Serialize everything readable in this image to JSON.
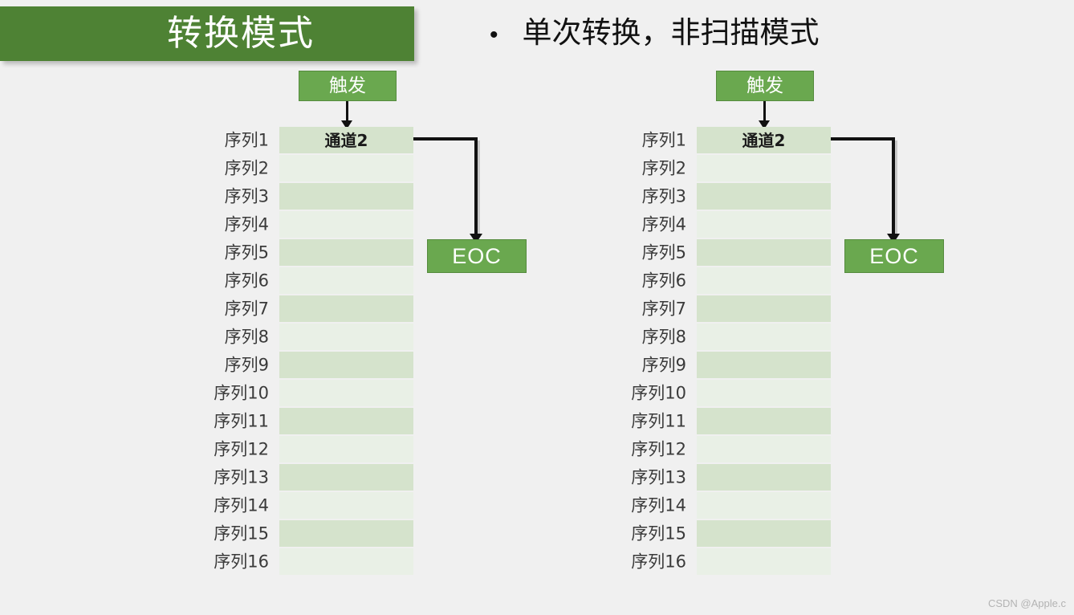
{
  "slide": {
    "background_color": "#f0f0f0",
    "title": "转换模式",
    "title_color": "#4e8234",
    "bullet": {
      "marker": "•",
      "text": "单次转换，非扫描模式"
    },
    "watermark": "CSDN @Apple.c"
  },
  "palette": {
    "title_green": "#4e8234",
    "box_green": "#6aa84f",
    "row_dark": "#d5e3cc",
    "row_light": "#e9f0e6",
    "connector_black": "#111111"
  },
  "diagrams": [
    {
      "id": "left",
      "trigger_label": "触发",
      "eoc_label": "EOC",
      "channel_label": "通道2",
      "rows": [
        {
          "label": "序列1",
          "value": "通道2",
          "shade": "dark"
        },
        {
          "label": "序列2",
          "value": "",
          "shade": "light"
        },
        {
          "label": "序列3",
          "value": "",
          "shade": "dark"
        },
        {
          "label": "序列4",
          "value": "",
          "shade": "light"
        },
        {
          "label": "序列5",
          "value": "",
          "shade": "dark"
        },
        {
          "label": "序列6",
          "value": "",
          "shade": "light"
        },
        {
          "label": "序列7",
          "value": "",
          "shade": "dark"
        },
        {
          "label": "序列8",
          "value": "",
          "shade": "light"
        },
        {
          "label": "序列9",
          "value": "",
          "shade": "dark"
        },
        {
          "label": "序列10",
          "value": "",
          "shade": "light"
        },
        {
          "label": "序列11",
          "value": "",
          "shade": "dark"
        },
        {
          "label": "序列12",
          "value": "",
          "shade": "light"
        },
        {
          "label": "序列13",
          "value": "",
          "shade": "dark"
        },
        {
          "label": "序列14",
          "value": "",
          "shade": "light"
        },
        {
          "label": "序列15",
          "value": "",
          "shade": "dark"
        },
        {
          "label": "序列16",
          "value": "",
          "shade": "light"
        }
      ]
    },
    {
      "id": "right",
      "trigger_label": "触发",
      "eoc_label": "EOC",
      "channel_label": "通道2",
      "rows": [
        {
          "label": "序列1",
          "value": "通道2",
          "shade": "dark"
        },
        {
          "label": "序列2",
          "value": "",
          "shade": "light"
        },
        {
          "label": "序列3",
          "value": "",
          "shade": "dark"
        },
        {
          "label": "序列4",
          "value": "",
          "shade": "light"
        },
        {
          "label": "序列5",
          "value": "",
          "shade": "dark"
        },
        {
          "label": "序列6",
          "value": "",
          "shade": "light"
        },
        {
          "label": "序列7",
          "value": "",
          "shade": "dark"
        },
        {
          "label": "序列8",
          "value": "",
          "shade": "light"
        },
        {
          "label": "序列9",
          "value": "",
          "shade": "dark"
        },
        {
          "label": "序列10",
          "value": "",
          "shade": "light"
        },
        {
          "label": "序列11",
          "value": "",
          "shade": "dark"
        },
        {
          "label": "序列12",
          "value": "",
          "shade": "light"
        },
        {
          "label": "序列13",
          "value": "",
          "shade": "dark"
        },
        {
          "label": "序列14",
          "value": "",
          "shade": "light"
        },
        {
          "label": "序列15",
          "value": "",
          "shade": "dark"
        },
        {
          "label": "序列16",
          "value": "",
          "shade": "light"
        }
      ]
    }
  ]
}
